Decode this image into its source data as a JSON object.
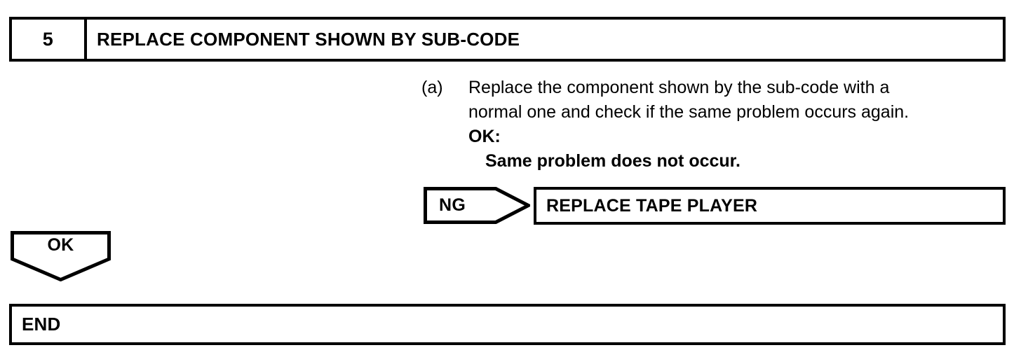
{
  "step_header": {
    "number": "5",
    "title": "REPLACE COMPONENT SHOWN BY SUB-CODE"
  },
  "instruction": {
    "marker": "(a)",
    "lines": [
      "Replace the component shown by the sub-code with a",
      "normal one and check if the same problem occurs again."
    ],
    "ok_label": "OK:",
    "ok_detail": "Same problem does not occur."
  },
  "ng_branch": {
    "tag": "NG",
    "result": "REPLACE TAPE PLAYER"
  },
  "ok_branch": {
    "tag": "OK",
    "result": "END"
  },
  "colors": {
    "ink": "#000000",
    "paper": "#ffffff"
  }
}
